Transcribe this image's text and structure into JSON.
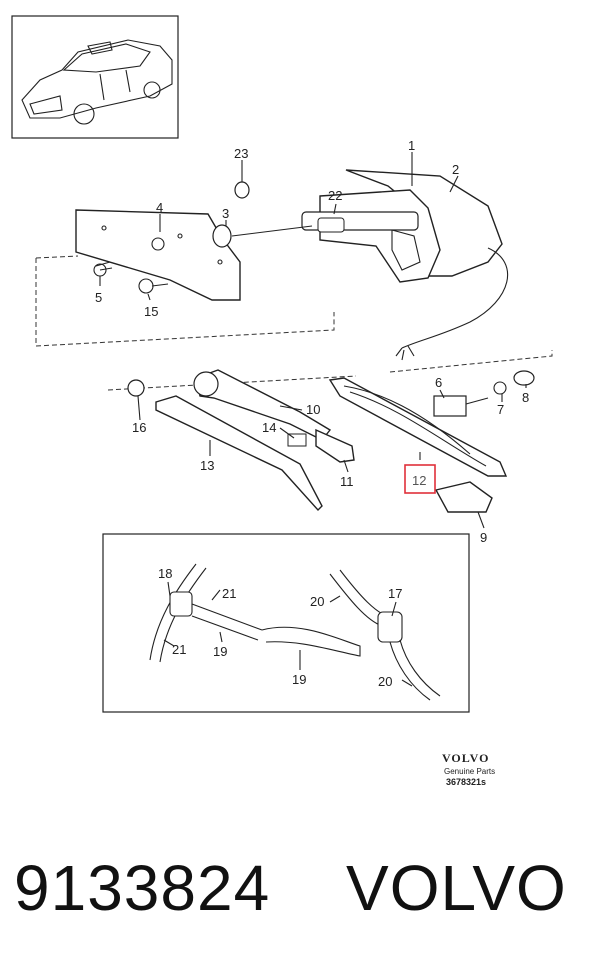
{
  "callouts": {
    "c1": "1",
    "c2": "2",
    "c3": "3",
    "c4": "4",
    "c5": "5",
    "c6": "6",
    "c7": "7",
    "c8": "8",
    "c9": "9",
    "c10": "10",
    "c11": "11",
    "c12": "12",
    "c13": "13",
    "c14": "14",
    "c15": "15",
    "c16": "16",
    "c17": "17",
    "c18": "18",
    "c19a": "19",
    "c19b": "19",
    "c20a": "20",
    "c20b": "20",
    "c21a": "21",
    "c21b": "21",
    "c22": "22",
    "c23": "23"
  },
  "highlight_color": "#e0303a",
  "logo": {
    "brand": "VOLVO",
    "subtitle": "Genuine Parts",
    "code": "3678321s"
  },
  "caption": {
    "part_number": "9133824",
    "brand": "VOLVO"
  }
}
